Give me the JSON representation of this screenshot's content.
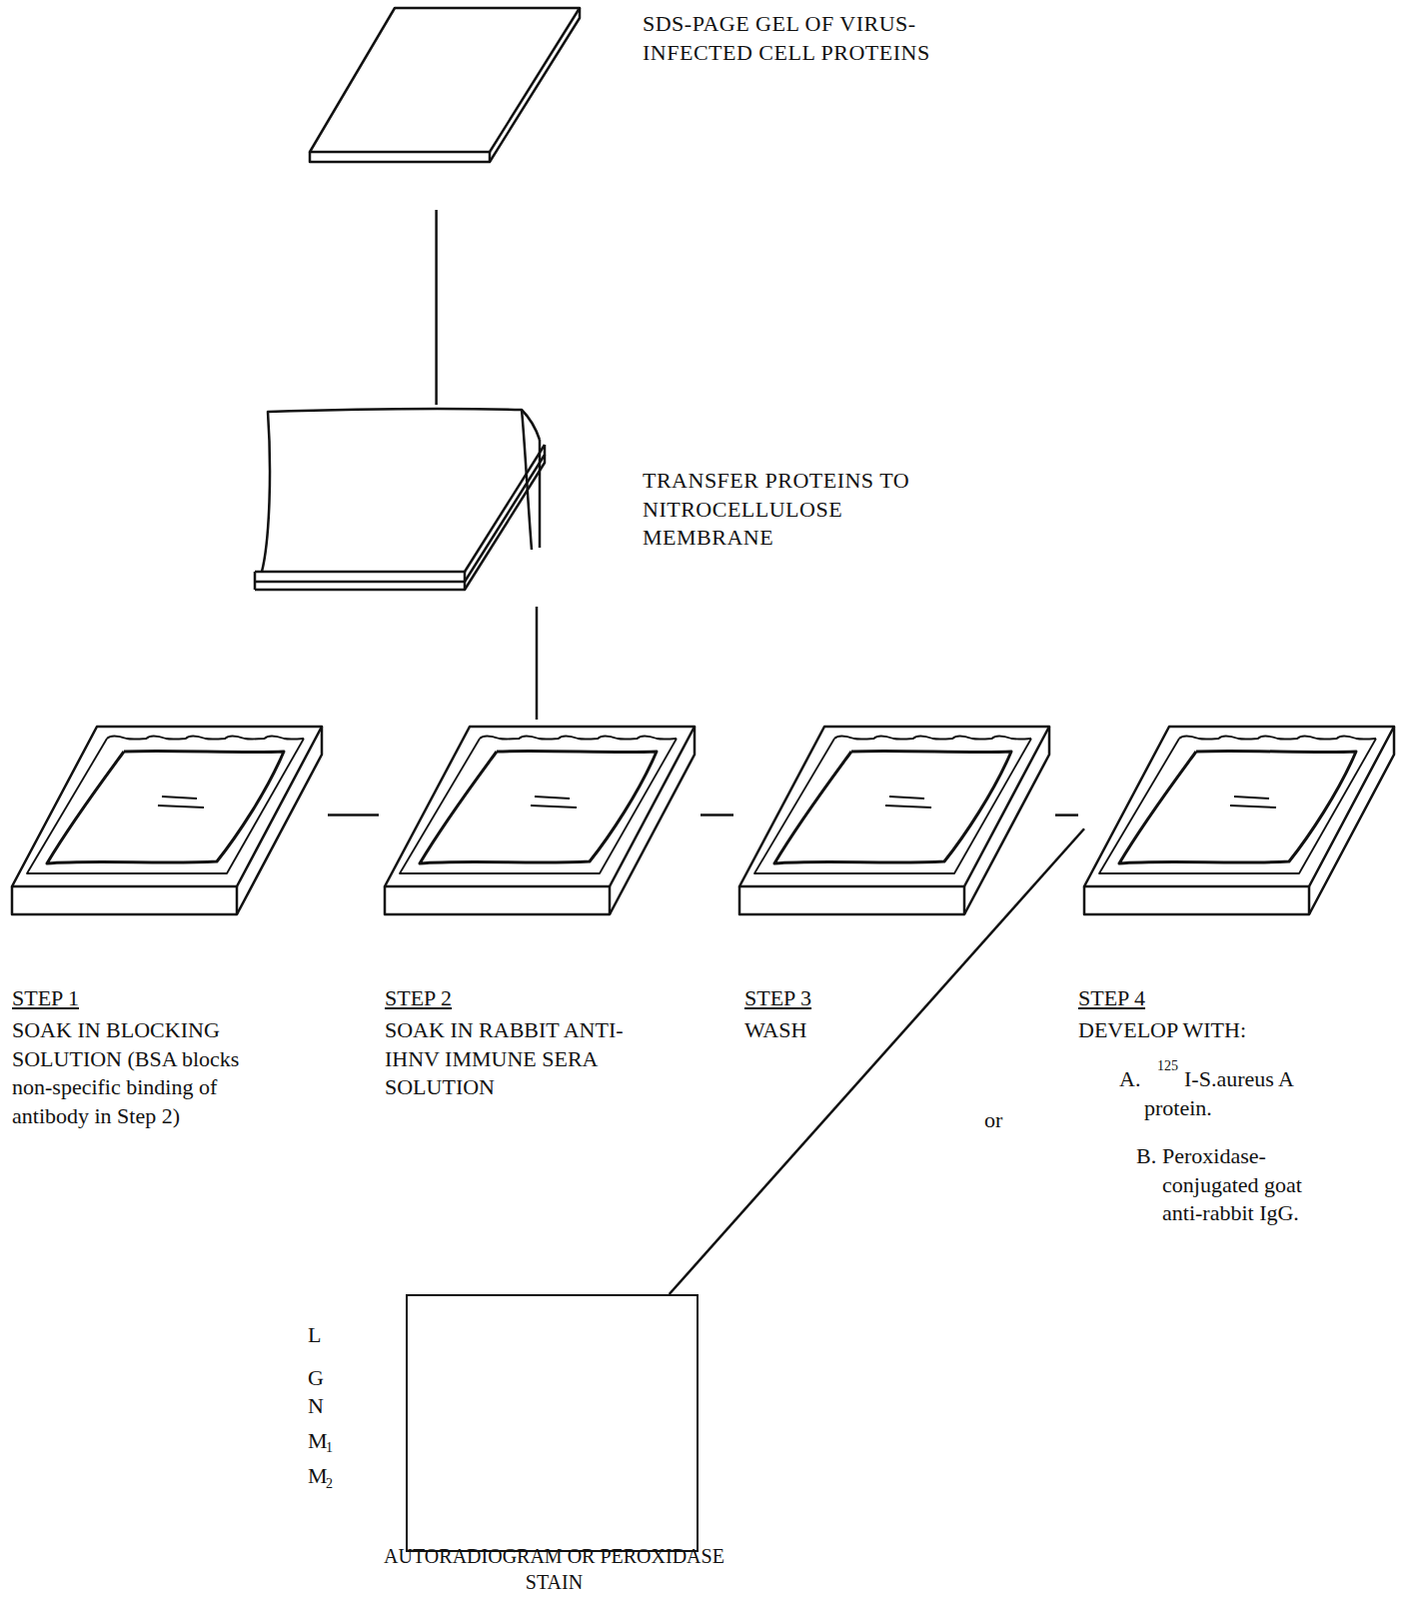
{
  "diagram": {
    "nodes": [
      {
        "text": [
          "SDS-PAGE GEL OF VIRUS-INFECTED CELL PROTEINS"
        ]
      },
      {
        "text": [
          "TRANSFER PROTEINS TO NITROCELLULOSE MEMBRANE"
        ]
      },
      {
        "text": [
          "STEP 1",
          "SOAK IN BLOCKING SOLUTION (BSA blocks non-specific binding of antibody in Step 2)"
        ]
      },
      {
        "text": [
          "STEP 2",
          "SOAK IN RABBIT ANTI-IHNV IMMUNE SERA SOLUTION"
        ]
      },
      {
        "text": [
          "STEP 3",
          "WASH"
        ]
      },
      {
        "text": [
          "STEP 4",
          "DEVELOP WITH:",
          "A.",
          "125",
          "I-S.aureus A protein.",
          "or",
          "B.",
          "Peroxidase-conjugated goat anti-rabbit IgG."
        ]
      },
      {
        "text": [
          "L",
          "G",
          "N",
          "M",
          "1",
          "M",
          "2",
          "AUTORADIOGRAM OR PEROXIDASE STAIN"
        ]
      }
    ],
    "edges": [
      {
        "from": 0,
        "to": 1,
        "arrow": "none"
      },
      {
        "from": 1,
        "to": 3,
        "arrow": "none"
      },
      {
        "from": 2,
        "to": 3,
        "arrow": "none"
      },
      {
        "from": 3,
        "to": 4,
        "arrow": "none"
      },
      {
        "from": 4,
        "to": 5,
        "arrow": "none"
      },
      {
        "from": 5,
        "to": 6,
        "arrow": "none"
      }
    ]
  }
}
